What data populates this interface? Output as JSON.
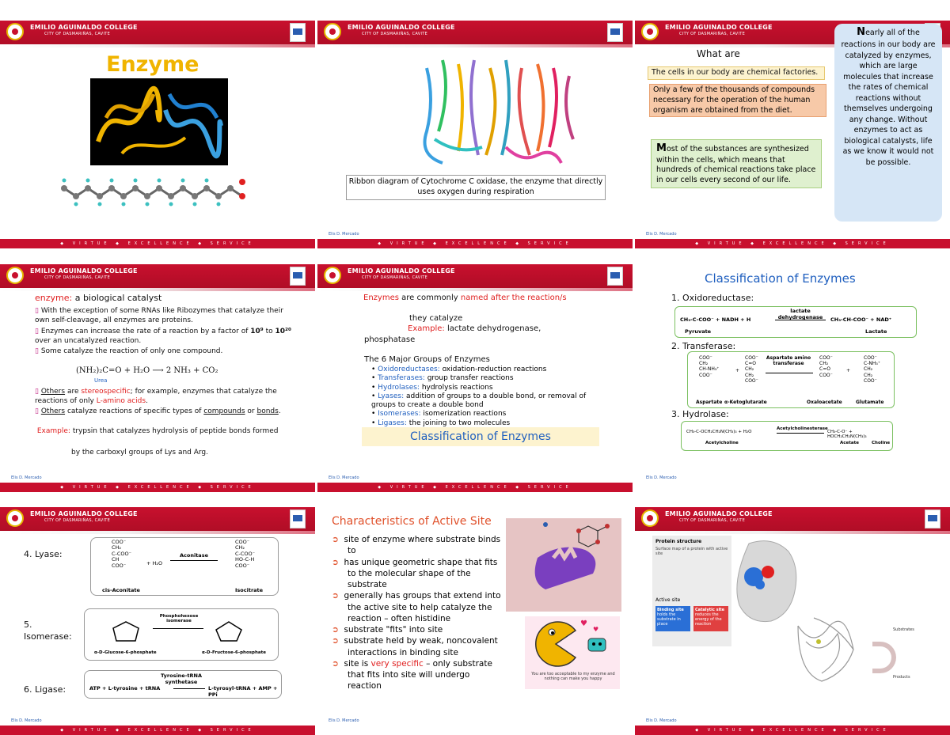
{
  "header": {
    "college": "EMILIO AGUINALDO COLLEGE",
    "city": "CITY OF DASMARIÑAS, CAVITE"
  },
  "footer": {
    "motto": "◆ VIRTUE ◆ EXCELLENCE ◆ SERVICE",
    "author": "Elis D. Mercado"
  },
  "slide1": {
    "title": "Enzyme"
  },
  "slide2": {
    "caption": "Ribbon diagram of Cytochrome C oxidase, the enzyme that directly uses oxygen during respiration"
  },
  "slide3": {
    "what_are": "What are",
    "box1": "The cells in our body are chemical factories.",
    "box2a": "Only a few of the thousands of compounds",
    "box2b": "necessary for the operation of the human",
    "box2c": "organism are obtained from the diet.",
    "box3_initial": "M",
    "box3": "ost of the substances are synthesized within the cells, which means that hundreds of chemical reactions take place in our cells every second of our life.",
    "side_initial": "N",
    "side": "early all of the reactions in our body are catalyzed by enzymes, which are large molecules that increase the rates of chemical reactions without themselves undergoing any change. Without enzymes to act as biological catalysts, life as we know it would not be possible."
  },
  "slide4": {
    "def_term": "enzyme:",
    "def_text": " a biological catalyst",
    "b1": "With the exception of some RNAs like Ribozymes that catalyze their own self-cleavage, all enzymes are proteins.",
    "b2a": "Enzymes can increase the rate of a reaction by a factor of ",
    "b2b": "10⁹",
    "b2c": " to ",
    "b2d": "10²⁰",
    "b2e": " over an uncatalyzed reaction.",
    "b3": "Some catalyze the reaction of only one compound.",
    "equation": "(NH₂)₂C=O + H₂O ⟶ 2 NH₃ + CO₂",
    "eq_label": "Urea",
    "b4a": "Others",
    "b4b": " are ",
    "b4c": "stereospecific",
    "b4d": "; for example, enzymes that catalyze the reactions of only ",
    "b4e": "L-amino acids",
    "b4f": ".",
    "b5a": "Others",
    "b5b": " catalyze reactions of specific types of ",
    "b5c": "compounds",
    "b5d": " or ",
    "b5e": "bonds",
    "b5f": ".",
    "ex_label": "Example:",
    "ex_text": " trypsin that catalyzes hydrolysis of peptide bonds formed",
    "ex_text2": "by the carboxyl groups of Lys and Arg."
  },
  "slide5": {
    "l1a": "Enzymes",
    "l1b": " are commonly ",
    "l1c": "named after the reaction/s",
    "l2": "they catalyze",
    "ex_label": "Example:",
    "ex_text": " lactate dehydrogenase,",
    "ex_text2": "phosphatase",
    "groups_title": "The 6 Major Groups of Enzymes",
    "groups": [
      {
        "name": "Oxidoreductases:",
        "desc": " oxidation-reduction reactions"
      },
      {
        "name": "Transferases:",
        "desc": " group transfer reactions"
      },
      {
        "name": "Hydrolases:",
        "desc": " hydrolysis reactions"
      },
      {
        "name": "Lyases:",
        "desc": " addition of groups to a double bond, or removal of groups to create a double bond"
      },
      {
        "name": "Isomerases:",
        "desc": " isomerization reactions"
      },
      {
        "name": "Ligases:",
        "desc": " the joining to two molecules"
      }
    ],
    "banner": "Classification of Enzymes"
  },
  "slide6": {
    "title": "Classification of Enzymes",
    "c1": "1. Oxidoreductase:",
    "c2": "2. Transferase:",
    "c3": "3. Hydrolase:",
    "r1_left": "CH₃-C-COO⁻ + NADH + H",
    "r1_enzyme": "lactate dehydrogenase",
    "r1_right": "CH₃-CH-COO⁻ + NAD⁺",
    "r1_l_name": "Pyruvate",
    "r1_r_name": "Lactate",
    "r2_enzyme": "Aspartate amino transferase",
    "r2_l_name": "Aspartate",
    "r2_m_name": "α-Ketoglutarate",
    "r2_r_name": "Oxaloacetate",
    "r2_r2_name": "Glutamate",
    "r3_enzyme": "Acetylcholinesterase",
    "r3_l_name": "Acetylcholine",
    "r3_m_name": "Acetate",
    "r3_r_name": "Choline"
  },
  "slide7": {
    "lyase": "4. Lyase:",
    "isomerase": "5. Isomerase:",
    "ligase": "6. Ligase:",
    "lyase_enzyme": "Aconitase",
    "lyase_l": "cis-Aconitate",
    "lyase_r": "Isocitrate",
    "iso_enzyme": "Phosphohexose isomerase",
    "iso_l": "α-D-Glucose-6-phosphate",
    "iso_r": "α-D-Fructose-6-phosphate",
    "lig_enzyme": "Tyrosine-tRNA synthetase",
    "lig_eq_l": "ATP + L-tyrosine + tRNA",
    "lig_eq_r": "L-tyrosyl-tRNA + AMP + PPi"
  },
  "slide8": {
    "title": "Characteristics of Active Site",
    "items": [
      "site of enzyme where substrate binds to",
      "has unique geometric shape that fits to the molecular shape of the substrate",
      "generally has groups that extend into the active site to help catalyze the reaction – often histidine",
      "substrate \"fits\" into site",
      "substrate held by weak, noncovalent interactions in binding site"
    ],
    "last_a": "site is ",
    "last_b": "very specific",
    "last_c": " – only substrate that fits into site will undergo reaction",
    "cartoon": "You are too acceptable to my enzyme and nothing can make you happy"
  },
  "slide9": {
    "panel_title": "Protein structure",
    "panel_sub": "Surface map of a protein with active site",
    "panel_label": "Active site",
    "chip1": "Binding site",
    "chip2": "Catalytic site",
    "chip1_sub": "holds the substrate in place",
    "chip2_sub": "reduces the energy of the reaction",
    "right_top": "Substrates",
    "right_bottom": "Products"
  },
  "colors": {
    "brand_red": "#c8102e",
    "accent_blue": "#1f5fbf",
    "accent_red": "#e02020",
    "gold": "#f0b400"
  }
}
